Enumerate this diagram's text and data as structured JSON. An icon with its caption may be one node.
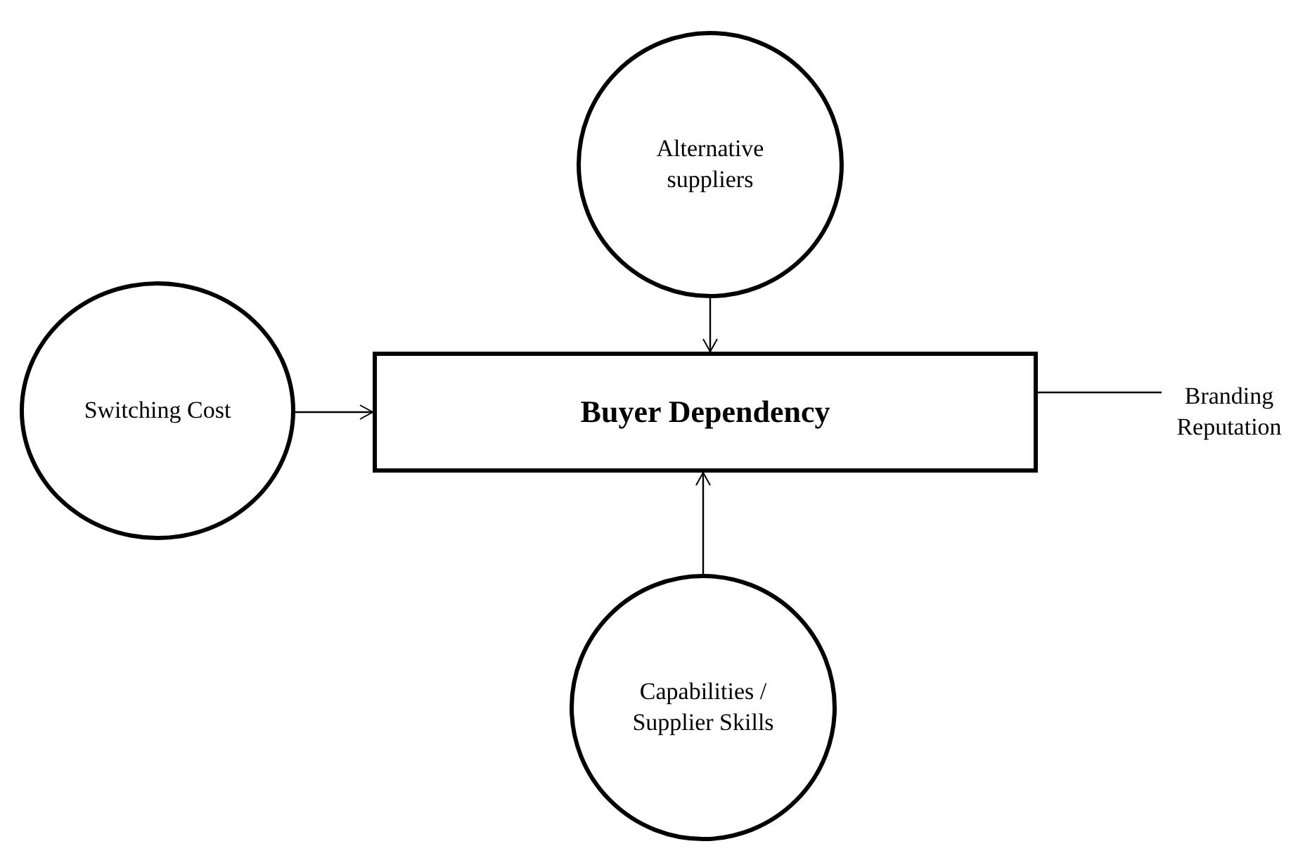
{
  "diagram": {
    "nodes": [
      {
        "text": [
          "Alternative suppliers"
        ]
      },
      {
        "text": [
          "Switching Cost"
        ]
      },
      {
        "text": [
          "Buyer Dependency"
        ]
      },
      {
        "text": [
          "Branding Reputation"
        ]
      },
      {
        "text": [
          "Capabilities / Supplier Skills"
        ]
      }
    ],
    "edges": [
      {
        "from": 0,
        "to": 2,
        "arrow": "to"
      },
      {
        "from": 1,
        "to": 2,
        "arrow": "to"
      },
      {
        "from": 3,
        "to": 2,
        "arrow": "none"
      },
      {
        "from": 4,
        "to": 2,
        "arrow": "to"
      }
    ]
  }
}
